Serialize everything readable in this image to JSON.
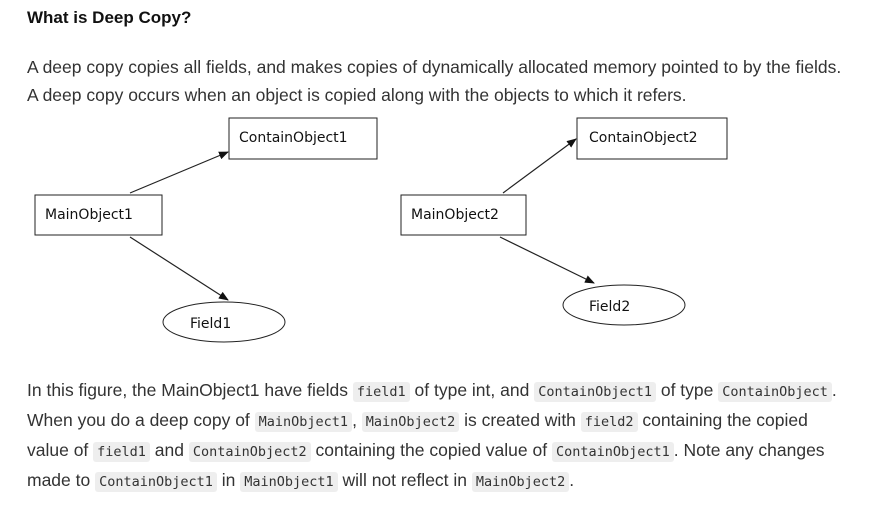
{
  "heading": "What is Deep Copy?",
  "intro": "A deep copy copies all fields, and makes copies of dynamically allocated memory pointed to by the fields. A deep copy occurs when an object is copied along with the objects to which it refers.",
  "diagram": {
    "left": {
      "main": "MainObject1",
      "contain": "ContainObject1",
      "field": "Field1"
    },
    "right": {
      "main": "MainObject2",
      "contain": "ContainObject2",
      "field": "Field2"
    }
  },
  "paragraph": {
    "t1": "In this figure, the MainObject1 have fields ",
    "c1": "field1",
    "t2": " of type int, and ",
    "c2": "ContainObject1",
    "t3": " of type ",
    "c3": "ContainObject",
    "t4": ". When you do a deep copy of ",
    "c4": "MainObject1",
    "t5": ", ",
    "c5": "MainObject2",
    "t6": " is created with ",
    "c6": "field2",
    "t7": " containing the copied value of ",
    "c7": "field1",
    "t8": " and ",
    "c8": "ContainObject2",
    "t9": " containing the copied value of ",
    "c9": "ContainObject1",
    "t10": ". Note any changes made to ",
    "c10": "ContainObject1",
    "t11": " in ",
    "c11": "MainObject1",
    "t12": " will not reflect in ",
    "c12": "MainObject2",
    "t13": "."
  }
}
